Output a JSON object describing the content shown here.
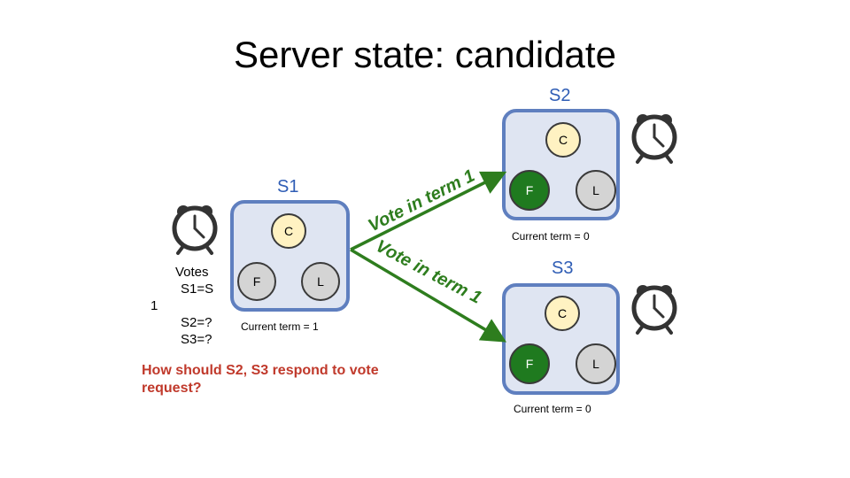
{
  "title": "Server state: candidate",
  "servers": {
    "s1": {
      "label": "S1",
      "states": {
        "c": "C",
        "f": "F",
        "l": "L"
      },
      "current_term": "Current term = 1"
    },
    "s2": {
      "label": "S2",
      "states": {
        "c": "C",
        "f": "F",
        "l": "L"
      },
      "current_term": "Current term = 0"
    },
    "s3": {
      "label": "S3",
      "states": {
        "c": "C",
        "f": "F",
        "l": "L"
      },
      "current_term": "Current term = 0"
    }
  },
  "votes": {
    "line1": "Votes",
    "line2": "S1=S",
    "line3": "1",
    "line4": "S2=?",
    "line5": "S3=?"
  },
  "arrows": {
    "to_s2": "Vote in term 1",
    "to_s3": "Vote in term 1"
  },
  "question": "How should S2, S3 respond to vote request?",
  "colors": {
    "arrow": "#2e7d1e",
    "box_border": "#5f7fbf",
    "box_fill": "#dfe5f2",
    "server_label": "#2f5db5",
    "question": "#c0392b",
    "candidate_fill": "#fff2c2",
    "follower_active_fill": "#1f7a1f",
    "inactive_fill": "#d4d4d4"
  },
  "icons": {
    "clock": "alarm-clock-icon"
  }
}
